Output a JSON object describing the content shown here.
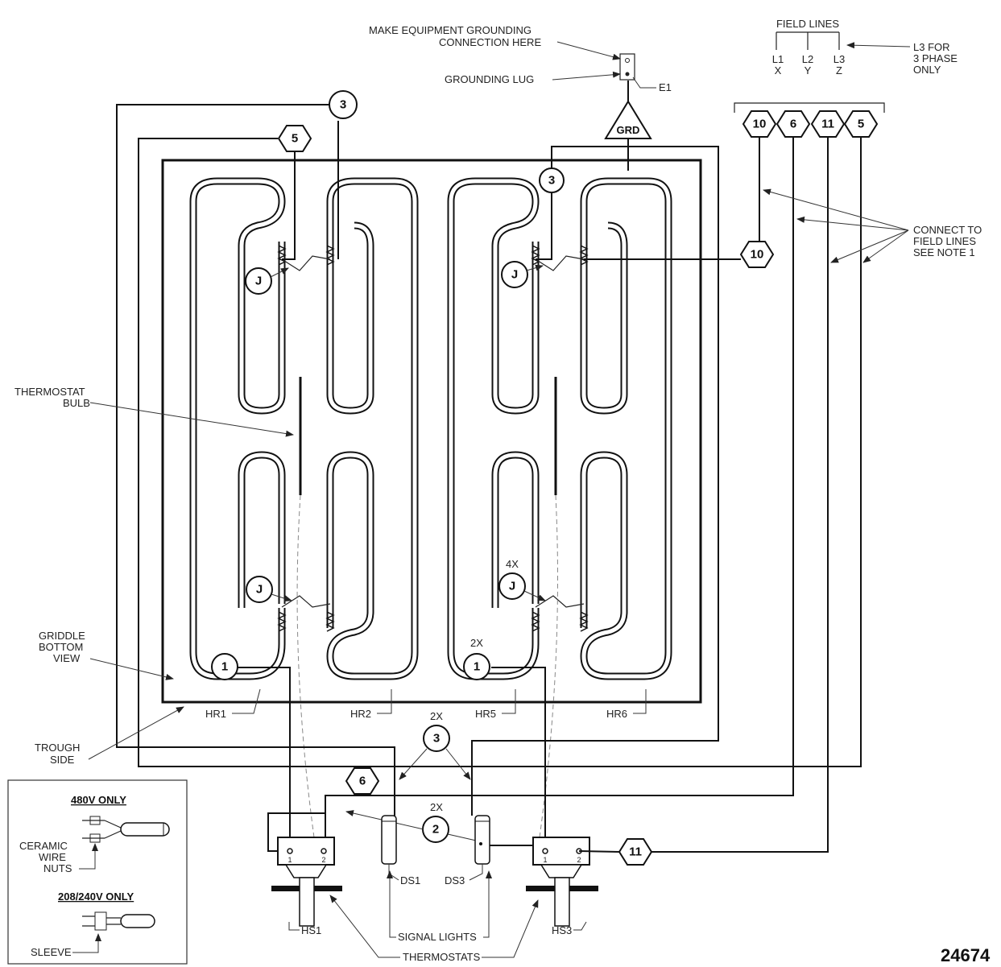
{
  "notes": {
    "ground_connection": [
      "MAKE EQUIPMENT GROUNDING",
      "CONNECTION HERE"
    ],
    "grounding_lug": "GROUNDING LUG",
    "e1": "E1",
    "grd": "GRD",
    "field_lines_title": "FIELD LINES",
    "l3_note": [
      "L3 FOR",
      "3 PHASE",
      "ONLY"
    ],
    "connect_note": [
      "CONNECT TO",
      "FIELD LINES",
      "SEE NOTE 1"
    ],
    "thermostat_bulb": [
      "THERMOSTAT",
      "BULB"
    ],
    "griddle_bottom": [
      "GRIDDLE",
      "BOTTOM",
      "VIEW"
    ],
    "trough_side": [
      "TROUGH",
      "SIDE"
    ],
    "signal_lights": "SIGNAL LIGHTS",
    "thermostats": "THERMOSTATS",
    "drawing_number": "24674"
  },
  "field_lines": [
    {
      "line": "L1",
      "terminal": "X"
    },
    {
      "line": "L2",
      "terminal": "Y"
    },
    {
      "line": "L3",
      "terminal": "Z"
    }
  ],
  "elements": [
    "HR1",
    "HR2",
    "HR5",
    "HR6"
  ],
  "components": {
    "hs1": "HS1",
    "hs3": "HS3",
    "ds1": "DS1",
    "ds3": "DS3",
    "term1": "1",
    "term2": "2"
  },
  "callouts": {
    "c3": "3",
    "c5": "5",
    "c10": "10",
    "c6": "6",
    "c11": "11",
    "c1": "1",
    "c2": "2",
    "j": "J",
    "mult2x": "2X",
    "mult4x": "4X"
  },
  "legend": {
    "v480": "480V ONLY",
    "ceramic": [
      "CERAMIC",
      "WIRE",
      "NUTS"
    ],
    "v208": "208/240V ONLY",
    "sleeve": "SLEEVE"
  }
}
